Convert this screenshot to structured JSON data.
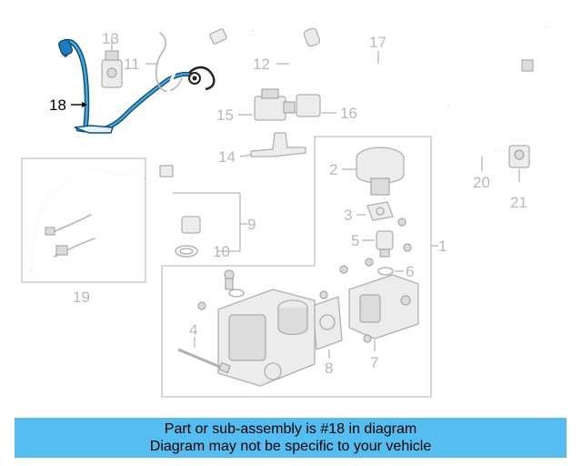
{
  "diagram": {
    "highlight_color": "#0f7dbd",
    "labels": {
      "p1": "1",
      "p2": "2",
      "p3": "3",
      "p4": "4",
      "p5": "5",
      "p6": "6",
      "p7": "7",
      "p8": "8",
      "p9": "9",
      "p10": "10",
      "p11": "11",
      "p12": "12",
      "p13": "13",
      "p14": "14",
      "p15": "15",
      "p16": "16",
      "p17": "17",
      "p18": "18",
      "p19": "19",
      "p20": "20",
      "p21": "21"
    }
  },
  "banner": {
    "line1": "Part or sub-assembly is #18 in diagram",
    "line2": "Diagram may not be specific to your vehicle",
    "background": "#55bdf0"
  }
}
